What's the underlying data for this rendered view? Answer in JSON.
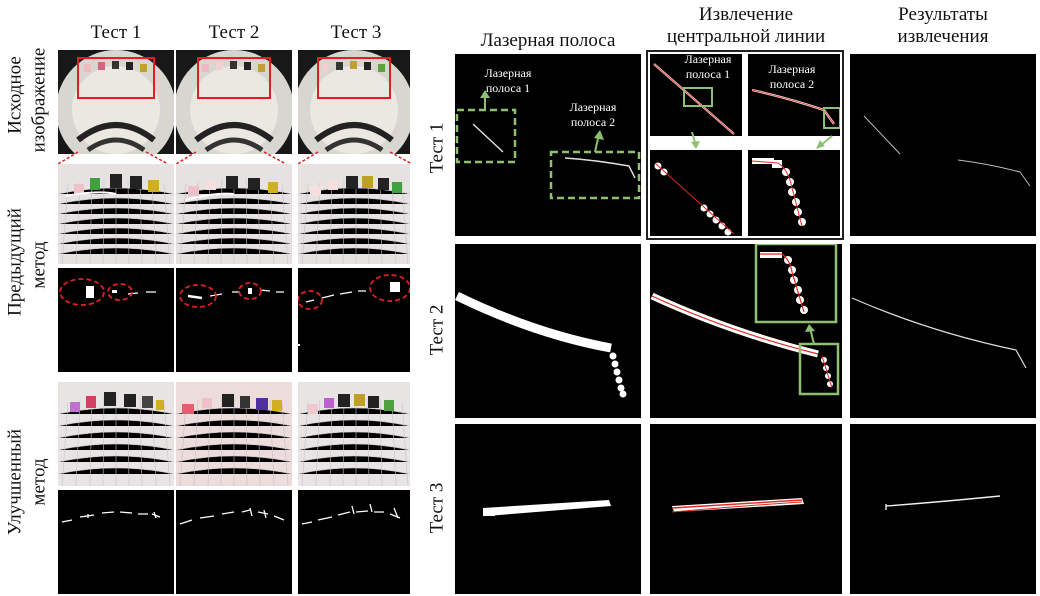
{
  "left": {
    "col_headers": [
      "Тест 1",
      "Тест 2",
      "Тест 3"
    ],
    "row_labels": {
      "source": [
        "Исходное",
        "изображение"
      ],
      "previous": [
        "Предыдущий",
        "метод"
      ],
      "improved": [
        "Улучшенный",
        "метод"
      ]
    }
  },
  "right": {
    "col_headers": {
      "laser": "Лазерная полоса",
      "centerline": [
        "Извлечение",
        "центральной линии"
      ],
      "results": [
        "Результаты",
        "извлечения"
      ]
    },
    "row_labels": [
      "Тест 1",
      "Тест 2",
      "Тест 3"
    ],
    "callouts": {
      "stripe1": [
        "Лазерная",
        "полоса 1"
      ],
      "stripe2": [
        "Лазерная",
        "полоса 2"
      ]
    }
  },
  "colors": {
    "highlight_red": "#e0281e",
    "callout_green": "#8fbf72",
    "dashed_red": "#e02020"
  }
}
